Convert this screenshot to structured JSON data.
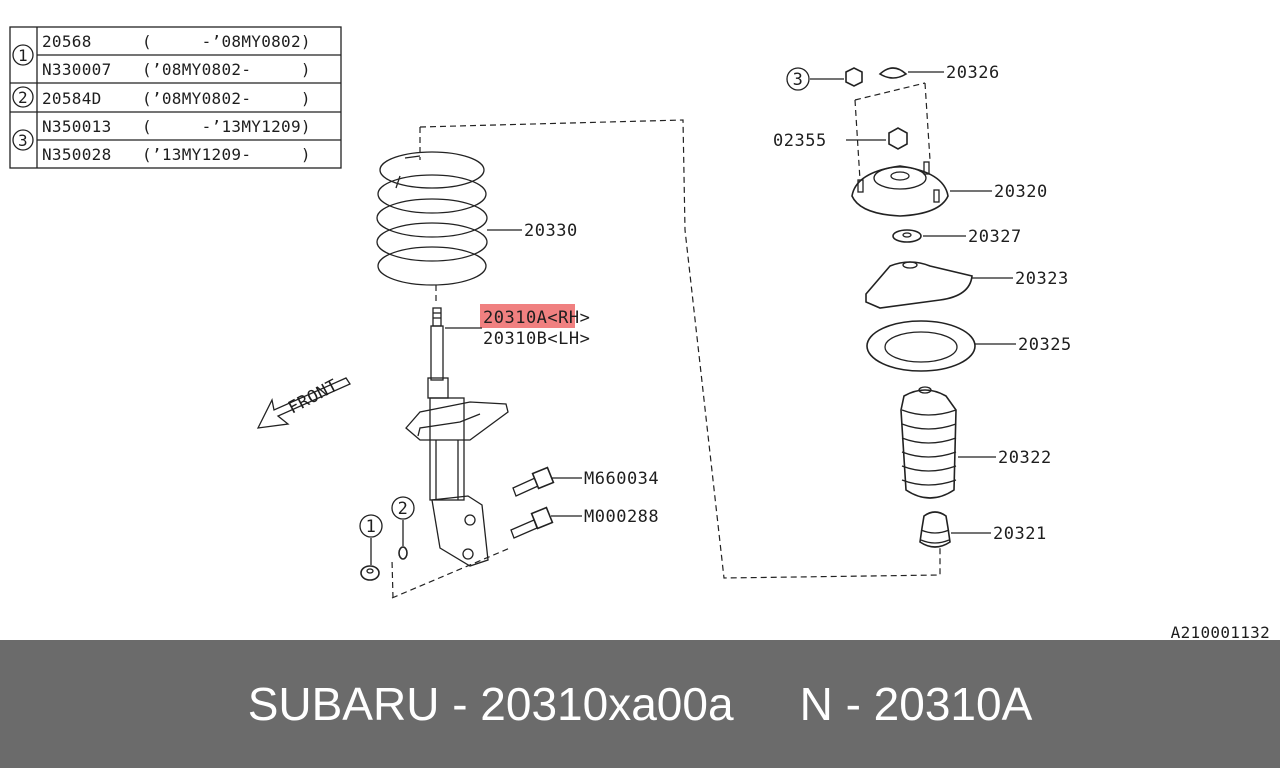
{
  "table": {
    "rows": [
      {
        "marker": "1",
        "part": "20568",
        "range": "(     -’08MY0802)"
      },
      {
        "marker": "",
        "part": "N330007",
        "range": "(’08MY0802-     )"
      },
      {
        "marker": "2",
        "part": "20584D",
        "range": "(’08MY0802-     )"
      },
      {
        "marker": "3",
        "part": "N350013",
        "range": "(     -’13MY1209)"
      },
      {
        "marker": "",
        "part": "N350028",
        "range": "(’13MY1209-     )"
      }
    ]
  },
  "labels": {
    "spring": "20330",
    "strut_rh": "20310A<RH>",
    "strut_lh": "20310B<LH>",
    "bolt_upper": "M660034",
    "bolt_lower": "M000288",
    "callout_1": "1",
    "callout_2": "2",
    "callout_3": "3",
    "cap": "20326",
    "nut": "02355",
    "mount": "20320",
    "washer": "20327",
    "upper_seat": "20323",
    "spring_pad": "20325",
    "dust_boot": "20322",
    "bump_stop": "20321",
    "front": "FRONT",
    "diagram_id": "A210001132"
  },
  "footer": {
    "left": "SUBARU - 20310xa00a",
    "right": "N - 20310A"
  },
  "colors": {
    "highlight": "#f08080",
    "footer_bg": "#6b6b6b",
    "footer_text": "#ffffff"
  }
}
